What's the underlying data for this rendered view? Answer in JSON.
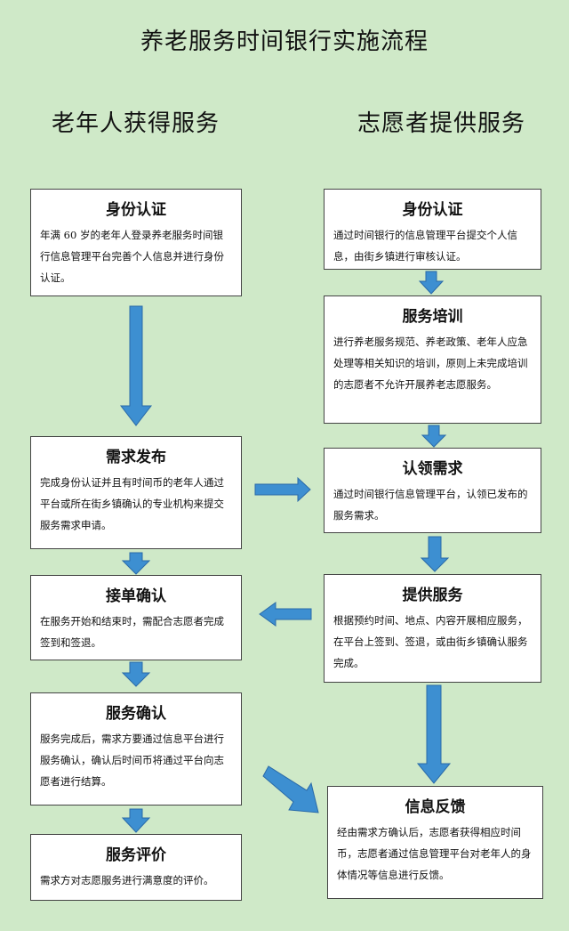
{
  "title": "养老服务时间银行实施流程",
  "left_heading": "老年人获得服务",
  "right_heading": "志愿者提供服务",
  "left_steps": [
    {
      "title": "身份认证",
      "body": "年满 60 岁的老年人登录养老服务时间银行信息管理平台完善个人信息并进行身份认证。"
    },
    {
      "title": "需求发布",
      "body": "完成身份认证并且有时间币的老年人通过平台或所在街乡镇确认的专业机构来提交服务需求申请。"
    },
    {
      "title": "接单确认",
      "body": "在服务开始和结束时，需配合志愿者完成签到和签退。"
    },
    {
      "title": "服务确认",
      "body": "服务完成后，需求方要通过信息平台进行服务确认，确认后时间币将通过平台向志愿者进行结算。"
    },
    {
      "title": "服务评价",
      "body": "需求方对志愿服务进行满意度的评价。"
    }
  ],
  "right_steps": [
    {
      "title": "身份认证",
      "body": "通过时间银行的信息管理平台提交个人信息，由街乡镇进行审核认证。"
    },
    {
      "title": "服务培训",
      "body": "进行养老服务规范、养老政策、老年人应急处理等相关知识的培训，原则上未完成培训的志愿者不允许开展养老志愿服务。"
    },
    {
      "title": "认领需求",
      "body": "通过时间银行信息管理平台，认领已发布的服务需求。"
    },
    {
      "title": "提供服务",
      "body": "根据预约时间、地点、内容开展相应服务，在平台上签到、签退，或由街乡镇确认服务完成。"
    },
    {
      "title": "信息反馈",
      "body": "经由需求方确认后，志愿者获得相应时间币，志愿者通过信息管理平台对老年人的身体情况等信息进行反馈。"
    }
  ],
  "colors": {
    "background": "#cfe9c8",
    "arrow": "#3d8fd1",
    "arrow_stroke": "#2a6aa8",
    "box": "#ffffff"
  }
}
